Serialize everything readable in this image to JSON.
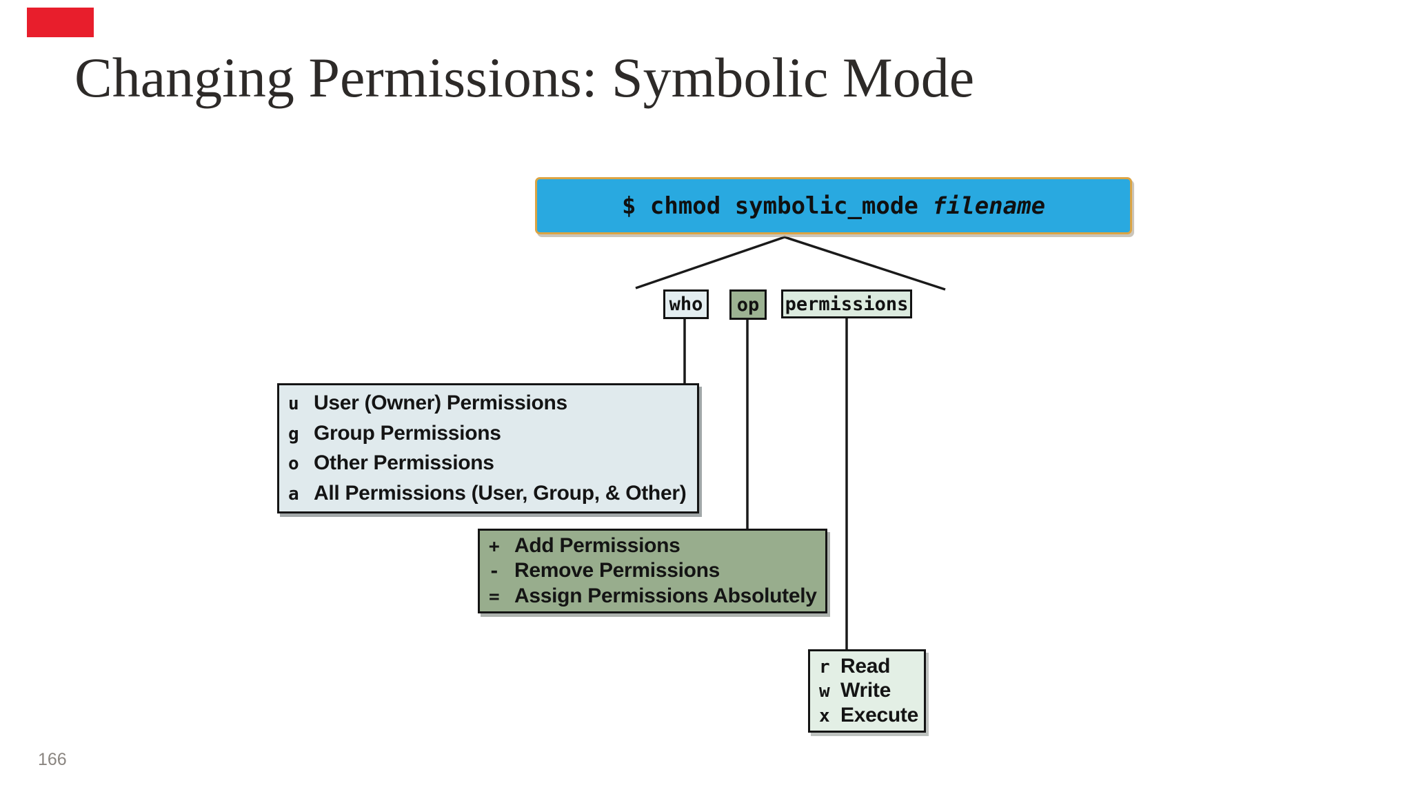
{
  "slide": {
    "title": "Changing Permissions: Symbolic Mode",
    "page_number": "166"
  },
  "command_box": {
    "prompt": "$ chmod symbolic_mode",
    "argument": "filename"
  },
  "syntax_nodes": [
    {
      "label": "who"
    },
    {
      "label": "op"
    },
    {
      "label": "permissions"
    }
  ],
  "who_legend": {
    "rows": [
      {
        "code": "u",
        "label": "User (Owner) Permissions"
      },
      {
        "code": "g",
        "label": "Group Permissions"
      },
      {
        "code": "o",
        "label": "Other Permissions"
      },
      {
        "code": "a",
        "label": "All Permissions (User, Group, & Other)"
      }
    ]
  },
  "op_legend": {
    "rows": [
      {
        "code": "+",
        "label": "Add Permissions"
      },
      {
        "code": "-",
        "label": "Remove Permissions"
      },
      {
        "code": "=",
        "label": "Assign Permissions Absolutely"
      }
    ]
  },
  "permissions_legend": {
    "rows": [
      {
        "code": "r",
        "label": "Read"
      },
      {
        "code": "w",
        "label": "Write"
      },
      {
        "code": "x",
        "label": "Execute"
      }
    ]
  },
  "colors": {
    "command_fill": "#29a9e0",
    "command_border": "#dca443",
    "who_fill": "#e3edf0",
    "op_fill": "#9cb292",
    "permissions_fill": "#dcebdf",
    "who_legend_fill": "#e0eaed",
    "op_legend_fill": "#98ad8d",
    "permissions_legend_fill": "#e3efe5",
    "record_badge": "#e81e2c",
    "line_color": "#1a1a1a",
    "title_color": "#2d2a28",
    "page_number_color": "#8a8580"
  }
}
